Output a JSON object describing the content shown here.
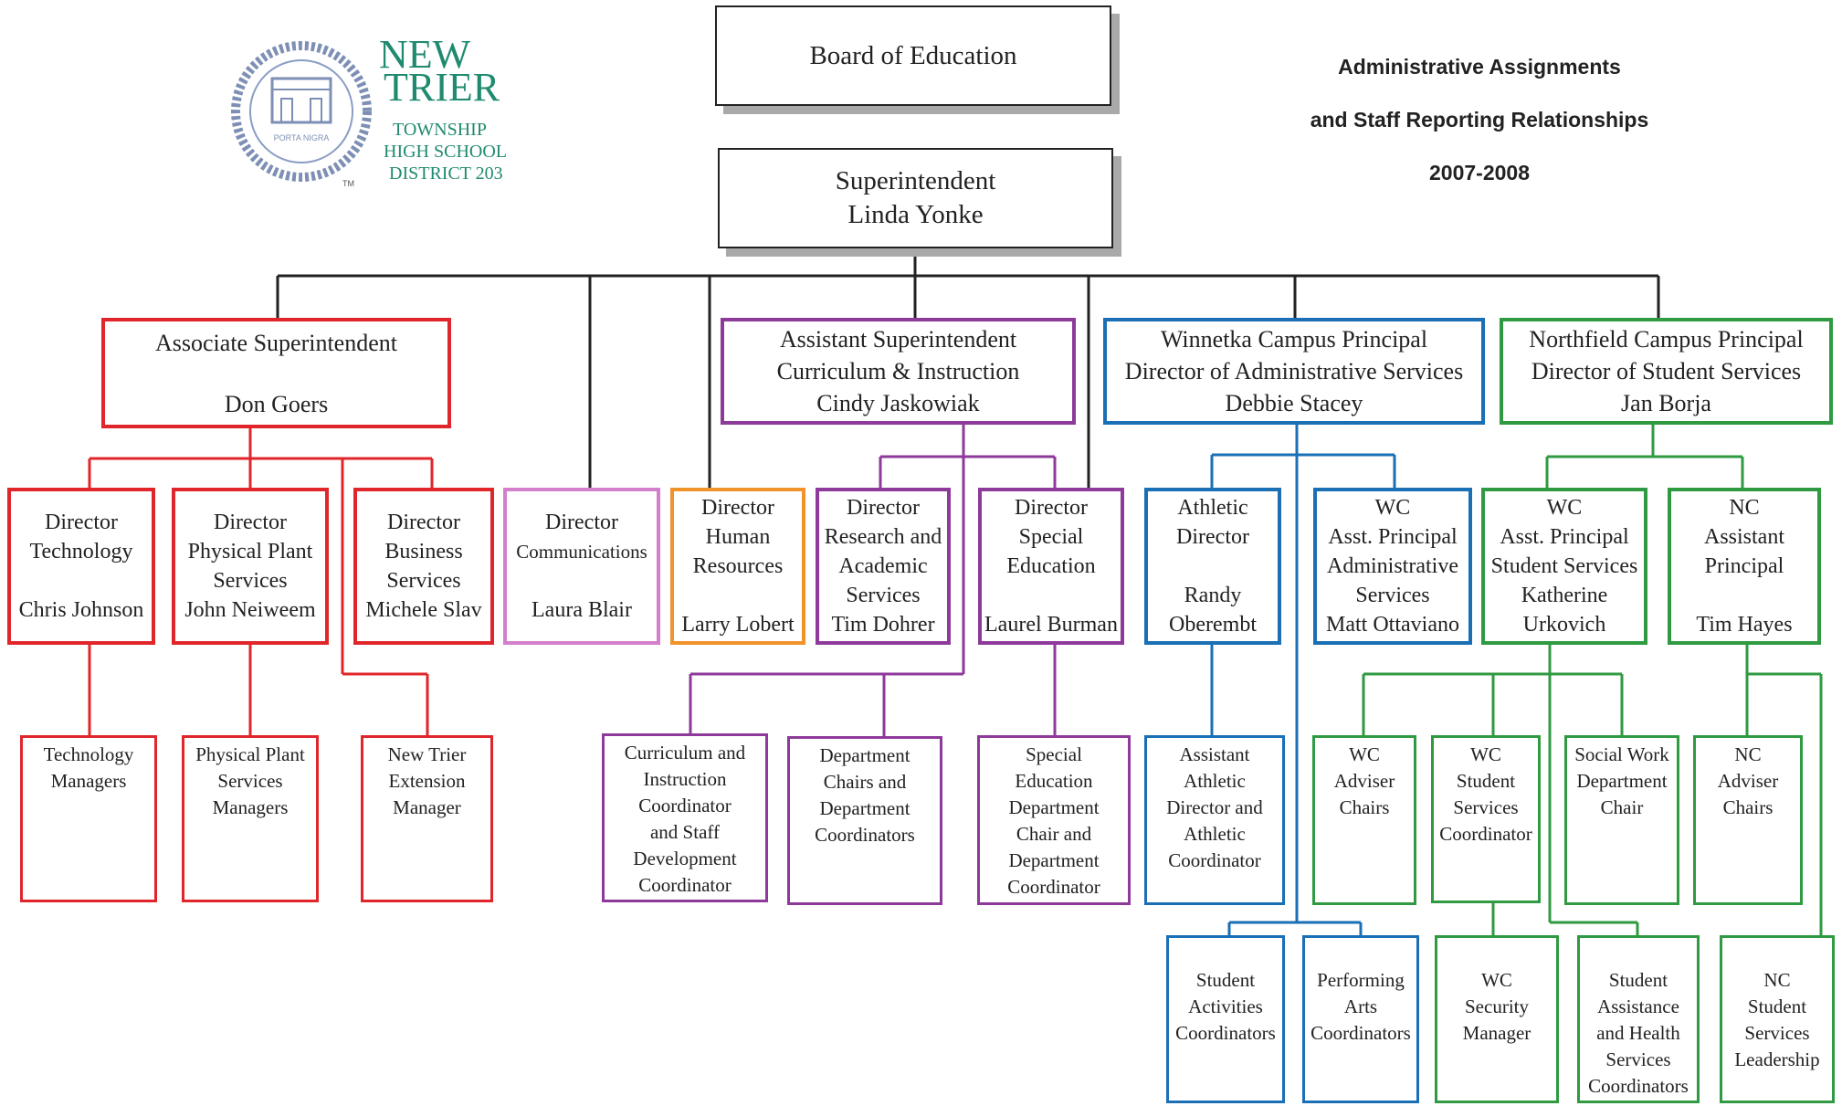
{
  "logo": {
    "line1": "NEW",
    "line2": "TRIER",
    "line3": "TOWNSHIP",
    "line4": "HIGH SCHOOL",
    "line5": "DISTRICT 203",
    "seal_text": "PORTA NIGRA",
    "trademark": "TM"
  },
  "heading": {
    "line1": "Administrative Assignments",
    "line2": "and Staff Reporting Relationships",
    "line3": "2007-2008"
  },
  "colors": {
    "red": "#e0262b",
    "purple": "#8e3a9a",
    "blue": "#1a6fb5",
    "green": "#2f9a41",
    "pink": "#d47fcb",
    "orange": "#f0932b",
    "black": "#222222"
  },
  "board": {
    "line1": "Board of Education"
  },
  "superintendent": {
    "line1": "Superintendent",
    "line2": "Linda Yonke"
  },
  "assoc_super": {
    "line1": "Associate Superintendent",
    "line2": "Don Goers"
  },
  "asst_super": {
    "line1": "Assistant Superintendent",
    "line2": "Curriculum & Instruction",
    "line3": "Cindy Jaskowiak"
  },
  "winnetka_principal": {
    "line1": "Winnetka Campus Principal",
    "line2": "Director of Administrative Services",
    "line3": "Debbie Stacey"
  },
  "northfield_principal": {
    "line1": "Northfield Campus Principal",
    "line2": "Director of Student Services",
    "line3": "Jan Borja"
  },
  "dir_technology": {
    "line1": "Director",
    "line2": "Technology",
    "line3": "Chris Johnson"
  },
  "dir_plant": {
    "line1": "Director",
    "line2": "Physical Plant",
    "line3": "Services",
    "line4": "John Neiweem"
  },
  "dir_business": {
    "line1": "Director",
    "line2": "Business",
    "line3": "Services",
    "line4": "Michele Slav"
  },
  "dir_communications": {
    "line1": "Director",
    "line2": "Communications",
    "line3": "Laura Blair"
  },
  "dir_hr": {
    "line1": "Director",
    "line2": "Human",
    "line3": "Resources",
    "line4": "Larry Lobert"
  },
  "dir_research": {
    "line1": "Director",
    "line2": "Research and",
    "line3": "Academic",
    "line4": "Services",
    "line5": "Tim Dohrer"
  },
  "dir_sped": {
    "line1": "Director",
    "line2": "Special",
    "line3": "Education",
    "line4": "Laurel Burman"
  },
  "athletic_dir": {
    "line1": "Athletic",
    "line2": "Director",
    "line3": "Randy",
    "line4": "Oberembt"
  },
  "wc_ap_admin": {
    "line1": "WC",
    "line2": "Asst. Principal",
    "line3": "Administrative",
    "line4": "Services",
    "line5": "Matt Ottaviano"
  },
  "wc_ap_student": {
    "line1": "WC",
    "line2": "Asst. Principal",
    "line3": "Student Services",
    "line4": "Katherine",
    "line5": "Urkovich"
  },
  "nc_ap": {
    "line1": "NC",
    "line2": "Assistant",
    "line3": "Principal",
    "line4": "Tim Hayes"
  },
  "tech_managers": {
    "line1": "Technology",
    "line2": "Managers"
  },
  "plant_managers": {
    "line1": "Physical Plant",
    "line2": "Services",
    "line3": "Managers"
  },
  "extension_manager": {
    "line1": "New Trier",
    "line2": "Extension",
    "line3": "Manager"
  },
  "ci_coordinator": {
    "line1": "Curriculum and",
    "line2": "Instruction",
    "line3": "Coordinator",
    "line4": "and Staff",
    "line5": "Development",
    "line6": "Coordinator"
  },
  "dept_chairs": {
    "line1": "Department",
    "line2": "Chairs and",
    "line3": "Department",
    "line4": "Coordinators"
  },
  "sped_chair": {
    "line1": "Special",
    "line2": "Education",
    "line3": "Department",
    "line4": "Chair and",
    "line5": "Department",
    "line6": "Coordinator"
  },
  "asst_athletic": {
    "line1": "Assistant",
    "line2": "Athletic",
    "line3": "Director and",
    "line4": "Athletic",
    "line5": "Coordinator"
  },
  "wc_adviser": {
    "line1": "WC",
    "line2": "Adviser",
    "line3": "Chairs"
  },
  "wc_ss_coord": {
    "line1": "WC",
    "line2": "Student",
    "line3": "Services",
    "line4": "Coordinator"
  },
  "social_work": {
    "line1": "Social Work",
    "line2": "Department",
    "line3": "Chair"
  },
  "nc_adviser": {
    "line1": "NC",
    "line2": "Adviser",
    "line3": "Chairs"
  },
  "student_activities": {
    "line1": "Student",
    "line2": "Activities",
    "line3": "Coordinators"
  },
  "performing_arts": {
    "line1": "Performing",
    "line2": "Arts",
    "line3": "Coordinators"
  },
  "wc_security": {
    "line1": "WC",
    "line2": "Security",
    "line3": "Manager"
  },
  "student_assistance": {
    "line1": "Student",
    "line2": "Assistance",
    "line3": "and Health",
    "line4": "Services",
    "line5": "Coordinators"
  },
  "nc_ss_leadership": {
    "line1": "NC",
    "line2": "Student",
    "line3": "Services",
    "line4": "Leadership"
  }
}
